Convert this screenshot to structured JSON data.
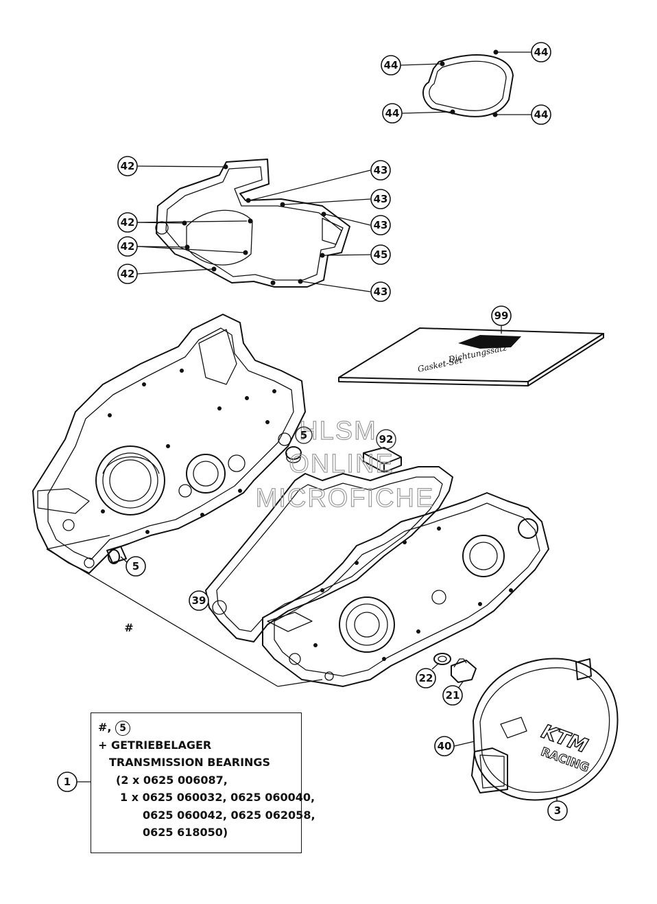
{
  "callouts": {
    "c44a": "44",
    "c44b": "44",
    "c44c": "44",
    "c44d": "44",
    "c42a": "42",
    "c42b": "42",
    "c42c": "42",
    "c42d": "42",
    "c43a": "43",
    "c43b": "43",
    "c43c": "43",
    "c43d": "43",
    "c45": "45",
    "c99": "99",
    "c5a": "5",
    "c5b": "5",
    "c92": "92",
    "c39": "39",
    "c22": "22",
    "c21": "21",
    "c40": "40",
    "c3": "3",
    "c1": "1",
    "hash": "#"
  },
  "kit": {
    "line1": "Dichtungssatz",
    "line2": "Gasket-Set"
  },
  "cover_logo": {
    "brand": "KTM",
    "line2": "RACING"
  },
  "watermark": {
    "line1": "HLSM",
    "line2": "ONLINE",
    "line3": "MICROFICHE"
  },
  "legend": {
    "hash_prefix": "#,",
    "circled": "5",
    "line1": "+ GETRIEBELAGER",
    "line2": "TRANSMISSION BEARINGS",
    "line3": "(2 x 0625 006087,",
    "line4": "1 x 0625 060032, 0625 060040,",
    "line5": "0625 060042, 0625 062058,",
    "line6": "0625 618050)"
  }
}
